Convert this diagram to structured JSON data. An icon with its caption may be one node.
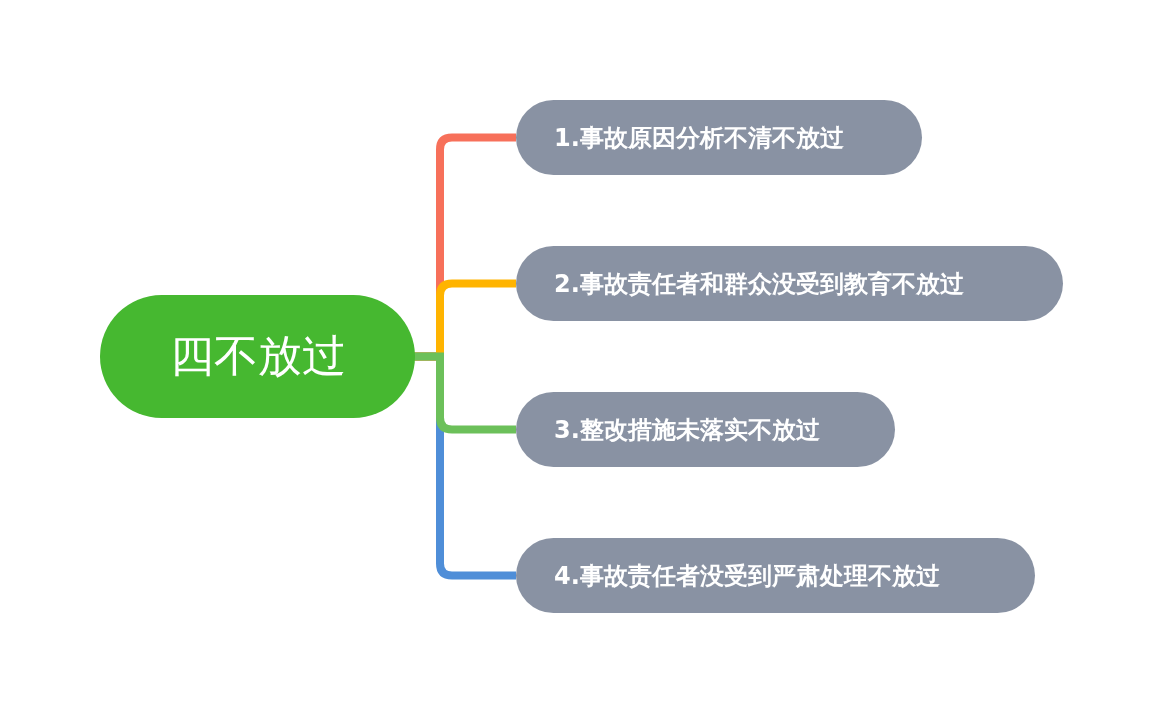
{
  "diagram": {
    "nodes": [
      {
        "text": [
          "四不放过"
        ]
      },
      {
        "text": [
          "1.事故原因分析不清不放过"
        ]
      },
      {
        "text": [
          "2.事故责任者和群众没受到教育不放过"
        ]
      },
      {
        "text": [
          "3.整改措施未落实不放过"
        ]
      },
      {
        "text": [
          "4.事故责任者没受到严肃处理不放过"
        ]
      }
    ],
    "edges": [
      {
        "from": 0,
        "to": 1,
        "arrow": "none",
        "color": "#f7705a"
      },
      {
        "from": 0,
        "to": 4,
        "arrow": "none",
        "color": "#4f8ed8"
      },
      {
        "from": 0,
        "to": 2,
        "arrow": "none",
        "color": "#ffb400"
      },
      {
        "from": 0,
        "to": 3,
        "arrow": "none",
        "color": "#6cc05a"
      }
    ]
  }
}
